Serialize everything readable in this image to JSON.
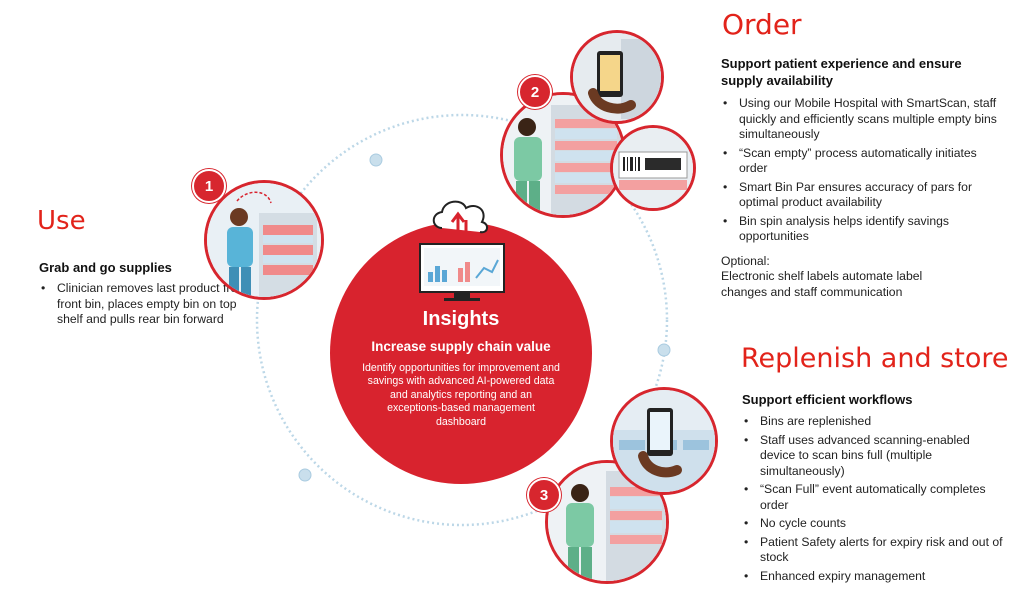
{
  "use": {
    "heading": "Use",
    "subheading": "Grab and go supplies",
    "bullets": [
      "Clinician removes last product from front bin, places empty bin on top shelf and pulls rear bin forward"
    ]
  },
  "order": {
    "heading": "Order",
    "subheading": "Support patient experience and ensure supply availability",
    "bullets": [
      "Using our Mobile Hospital with SmartScan, staff quickly and efficiently scans multiple empty bins simultaneously",
      "“Scan empty” process automatically initiates order",
      "Smart Bin Par ensures accuracy of pars for optimal product availability",
      "Bin spin analysis helps identify savings opportunities"
    ],
    "optional_label": "Optional:",
    "optional_text": "Electronic shelf labels automate label changes and staff communication"
  },
  "replenish": {
    "heading": "Replenish and store",
    "subheading": "Support efficient workflows",
    "bullets": [
      "Bins are replenished",
      "Staff uses advanced scanning-enabled device to scan bins full (multiple simultaneously)",
      "“Scan Full” event automatically completes order",
      "No cycle counts",
      "Patient Safety alerts for expiry risk and out of stock",
      "Enhanced expiry management"
    ]
  },
  "insights": {
    "title": "Insights",
    "subtitle": "Increase supply chain value",
    "body": "Identify opportunities for improvement and savings with advanced AI-powered data and analytics reporting and an exceptions-based management dashboard"
  },
  "steps": [
    "1",
    "2",
    "3"
  ],
  "colors": {
    "accent": "#d8232e",
    "cycle": "#b9d6e6"
  }
}
